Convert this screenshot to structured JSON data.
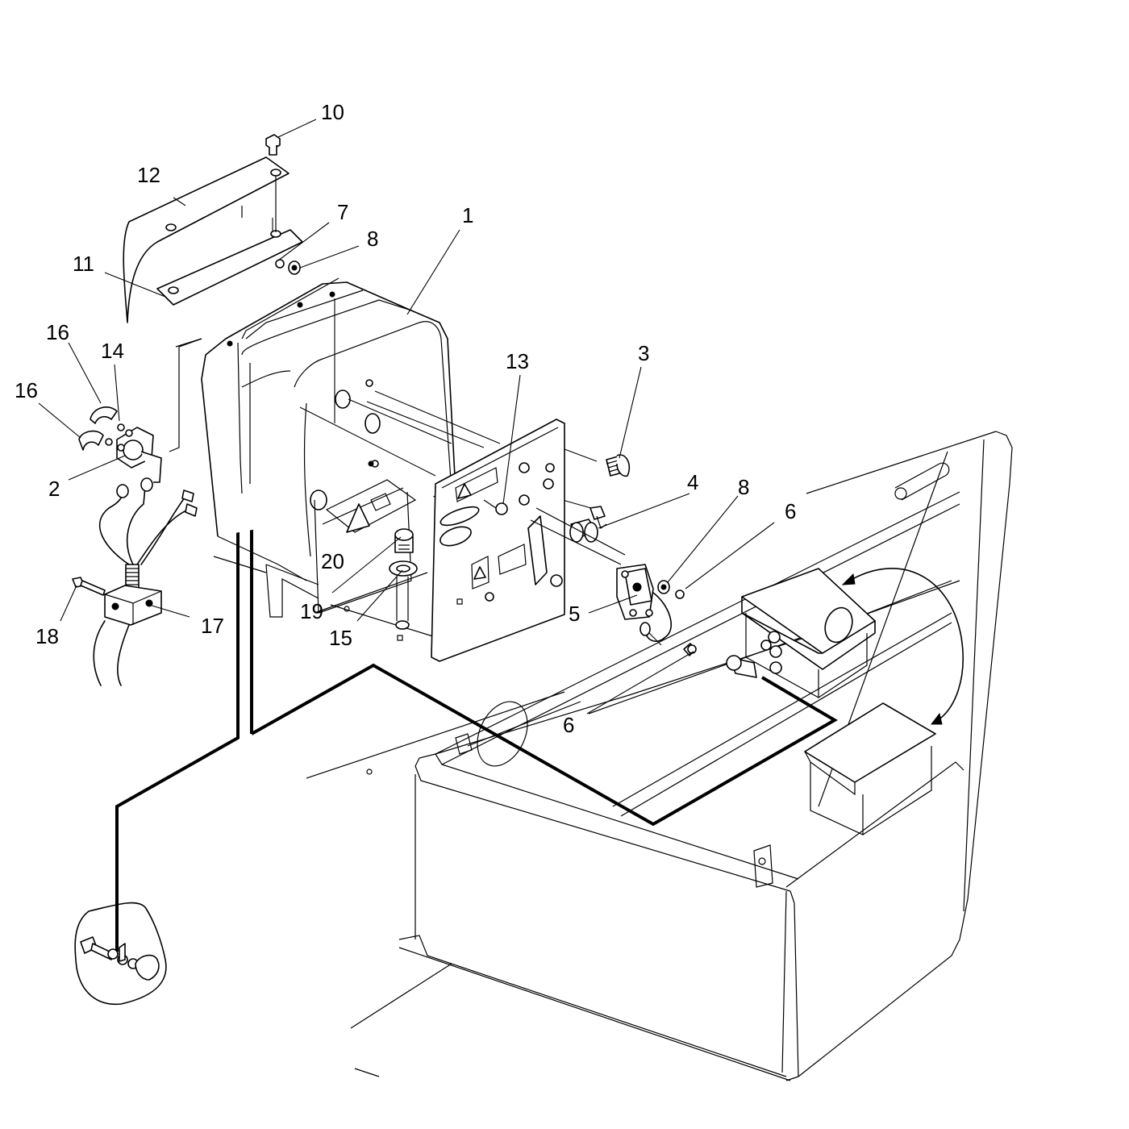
{
  "diagram": {
    "callouts": [
      {
        "id": "c1",
        "text": "1"
      },
      {
        "id": "c2",
        "text": "2"
      },
      {
        "id": "c3",
        "text": "3"
      },
      {
        "id": "c4",
        "text": "4"
      },
      {
        "id": "c5",
        "text": "5"
      },
      {
        "id": "c6a",
        "text": "6"
      },
      {
        "id": "c6b",
        "text": "6"
      },
      {
        "id": "c7",
        "text": "7"
      },
      {
        "id": "c8a",
        "text": "8"
      },
      {
        "id": "c8b",
        "text": "8"
      },
      {
        "id": "c10",
        "text": "10"
      },
      {
        "id": "c11",
        "text": "11"
      },
      {
        "id": "c12",
        "text": "12"
      },
      {
        "id": "c13",
        "text": "13"
      },
      {
        "id": "c14",
        "text": "14"
      },
      {
        "id": "c15",
        "text": "15"
      },
      {
        "id": "c16a",
        "text": "16"
      },
      {
        "id": "c16b",
        "text": "16"
      },
      {
        "id": "c17",
        "text": "17"
      },
      {
        "id": "c18",
        "text": "18"
      },
      {
        "id": "c19",
        "text": "19"
      },
      {
        "id": "c20",
        "text": "20"
      }
    ]
  }
}
